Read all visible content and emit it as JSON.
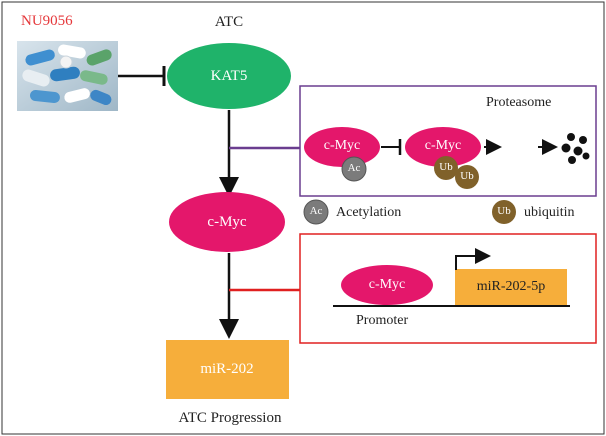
{
  "drug": {
    "name": "NU9056"
  },
  "cell_label": "ATC",
  "nodes": {
    "kat5": "KAT5",
    "cmyc": "c-Myc",
    "mir202": "miR-202",
    "progression": "ATC Progression"
  },
  "proteasome_panel": {
    "title": "Proteasome",
    "cmyc_left": "c-Myc",
    "cmyc_right": "c-Myc",
    "ac_badge": "Ac",
    "ub_badge_1": "Ub",
    "ub_badge_2": "Ub"
  },
  "legend": {
    "ac_symbol": "Ac",
    "ac_label": "Acetylation",
    "ub_symbol": "Ub",
    "ub_label": "ubiquitin"
  },
  "promoter_panel": {
    "cmyc": "c-Myc",
    "gene": "miR-202-5p",
    "promoter_label": "Promoter"
  },
  "colors": {
    "drug_label": "#e5383b",
    "kat5": "#1fb36a",
    "cmyc": "#e4176b",
    "mir": "#f6ae3b",
    "ac_badge": "#7b7b7b",
    "ub_badge": "#80612a",
    "proteasome_border": "#6a3d8f",
    "promoter_border": "#e02020",
    "purple_link": "#6a3d8f",
    "red_link": "#e02020"
  }
}
